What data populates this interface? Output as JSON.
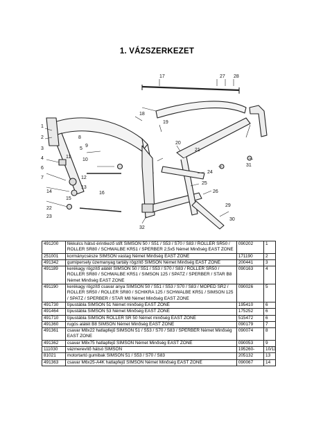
{
  "heading": "1. VÁZSZERKEZET",
  "callouts": [
    "1",
    "2",
    "3",
    "4",
    "5",
    "6",
    "7",
    "8",
    "9",
    "10",
    "11",
    "12",
    "13",
    "14",
    "15",
    "16",
    "17",
    "18",
    "19",
    "20",
    "21",
    "22",
    "23",
    "24",
    "25",
    "26",
    "27",
    "28",
    "29",
    "30",
    "31",
    "32"
  ],
  "parts": [
    {
      "code": "491200",
      "desc": "fékkulcs hátsó érintkező stift SIMSON 50 / S51 / S53 / S70 / S83 / ROLLER SR50 / ROLLER SR80 / SCHWALBE KR51 / SPERBER 2,5x5 Német Minőség EAST ZONE",
      "num": "090202",
      "pos": "1"
    },
    {
      "code": "251001",
      "desc": "kormánycsésze SIMSON vastag Német Minőség EAST ZONE",
      "num": "171190",
      "pos": "2"
    },
    {
      "code": "491342",
      "desc": "gumipersely üzemanyag tartály rögzítő SIMSON Német Minőség EAST ZONE",
      "num": "200441",
      "pos": "3"
    },
    {
      "code": "491189",
      "desc": "kerékagy rögzítő alátét SIMSON 50 / S51 / S53 / S70 / S83 / ROLLER SR50 / ROLLER SR80 / SCHWALBE KR51 / SIMSON 125 / SPATZ / SPERBER / STAR B8 Német Minőség EAST ZONE",
      "num": "090163",
      "pos": "4"
    },
    {
      "code": "491190",
      "desc": "kerékagy rögzítő csavar anya SIMSON 50 / S51 / S53 / S70 / S83 / MOPED SR2 / ROLLER SR50 / ROLLER SR80 / SCHIKRA 125 / SCHWALBE KR51 / SIMSON 125 / SPATZ / SPERBER / STAR M8 Német Minőség EAST ZONE",
      "num": "090026",
      "pos": "5"
    },
    {
      "code": "491730",
      "desc": "típustábla SIMSON 51 Német minőség EAST ZONE",
      "num": "195410",
      "pos": "6"
    },
    {
      "code": "491464",
      "desc": "típustábla SIMSON 53 Német Minőség EAST ZONE",
      "num": "175252",
      "pos": "6"
    },
    {
      "code": "491710",
      "desc": "típustábla SIMSON ROLLER SR 50 Német minőség EAST ZONE",
      "num": "515472",
      "pos": "6"
    },
    {
      "code": "491360",
      "desc": "rugós alátét B8 SIMSON Német Minőség EAST ZONE",
      "num": "090179",
      "pos": "7"
    },
    {
      "code": "491361",
      "desc": "csavar M8x22 hatlapfejű SIMSON 51 / S53 / S70 / S83 / SPERBER Német Minőség EAST ZONE",
      "num": "090074",
      "pos": "8"
    },
    {
      "code": "491362",
      "desc": "csavar M8x75 hatlapfejű SIMSON Német Minőség EAST ZONE",
      "num": "090053",
      "pos": "9"
    },
    {
      "code": "111030",
      "desc": "vázmerevítő hátsó SIMSON",
      "num": "195260-",
      "pos": "10/11"
    },
    {
      "code": "81021",
      "desc": "motortartó gumibak SIMSON 51 / S53 / S70 / S83",
      "num": "205132",
      "pos": "13"
    },
    {
      "code": "491363",
      "desc": "csavar M6x25-A4K hatlapfejű SIMSON Német Minőség EAST ZONE",
      "num": "090067",
      "pos": "14"
    }
  ]
}
